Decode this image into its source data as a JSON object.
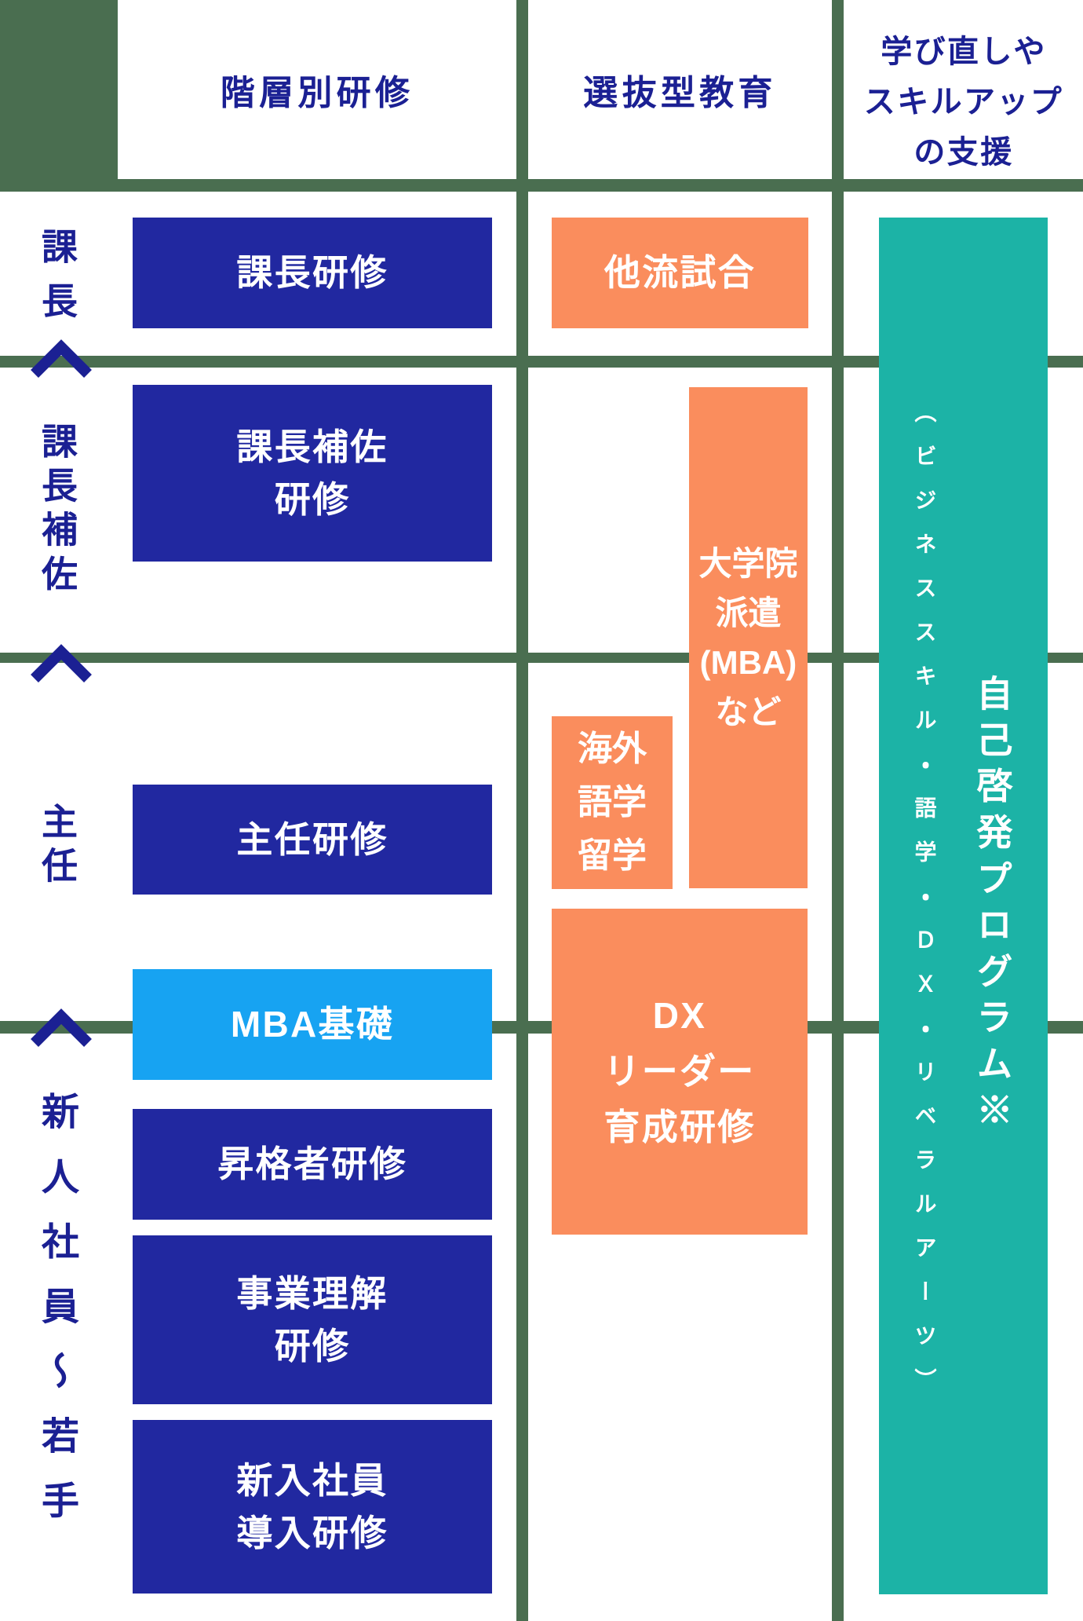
{
  "palette": {
    "grid_green": "#4a6e50",
    "navy_box": "#2128a0",
    "navy_text": "#1b2093",
    "orange_box": "#fa8d5d",
    "teal_box": "#1cb3a6",
    "lightblue_box": "#17a3f2",
    "box_text": "#ffffff"
  },
  "header": {
    "tiered": "階層別研修",
    "selective": "選抜型教育",
    "reskilling": "学び直しや\nスキルアップ\nの支援"
  },
  "levels": {
    "kacho": "課長",
    "kacho_hosa": "課長補佐",
    "shunin": "主任",
    "shinjin_wakate": "新人社員〜若手"
  },
  "icons": {
    "promotion_arrow": "up-chevron"
  },
  "tiered_boxes": [
    {
      "label": "課長研修"
    },
    {
      "label": "課長補佐\n研修"
    },
    {
      "label": "主任研修"
    },
    {
      "label": "MBA基礎"
    },
    {
      "label": "昇格者研修"
    },
    {
      "label": "事業理解\n研修"
    },
    {
      "label": "新入社員\n導入研修"
    }
  ],
  "selective_boxes": [
    {
      "label": "他流試合"
    },
    {
      "label": "大学院\n派遣\n(MBA)\nなど"
    },
    {
      "label": "海外\n語学\n留学"
    },
    {
      "label": "DX\nリーダー\n育成研修"
    }
  ],
  "self_development": {
    "title": "自己啓発プログラム※",
    "subtitle": "（ビジネススキル・語学・ＤＸ・リベラルアーツ）"
  }
}
